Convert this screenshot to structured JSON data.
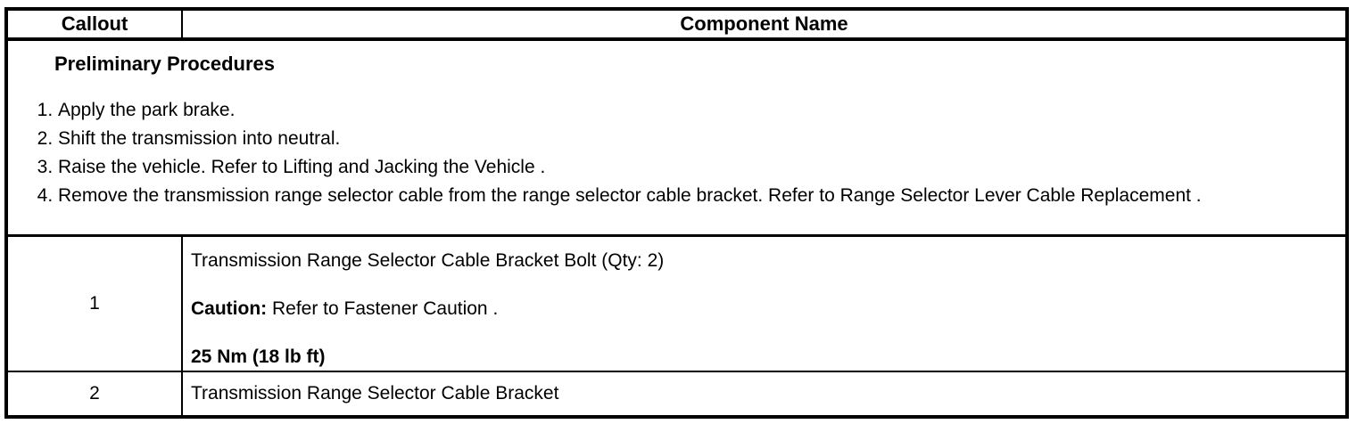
{
  "header": {
    "callout_label": "Callout",
    "component_label": "Component Name"
  },
  "preliminary": {
    "title": "Preliminary Procedures",
    "steps": [
      "Apply the park brake.",
      "Shift the transmission into neutral.",
      "Raise the vehicle. Refer to Lifting and Jacking the Vehicle .",
      "Remove the transmission range selector cable from the range selector cable bracket. Refer to Range Selector Lever Cable Replacement ."
    ]
  },
  "rows": [
    {
      "callout": "1",
      "component": "Transmission Range Selector Cable Bracket Bolt (Qty: 2)",
      "caution_label": "Caution:",
      "caution_text": " Refer to Fastener Caution .",
      "torque": "25 Nm (18 lb ft)"
    },
    {
      "callout": "2",
      "component": "Transmission Range Selector Cable Bracket"
    }
  ],
  "colors": {
    "border": "#000000",
    "text": "#000000",
    "background": "#ffffff"
  }
}
